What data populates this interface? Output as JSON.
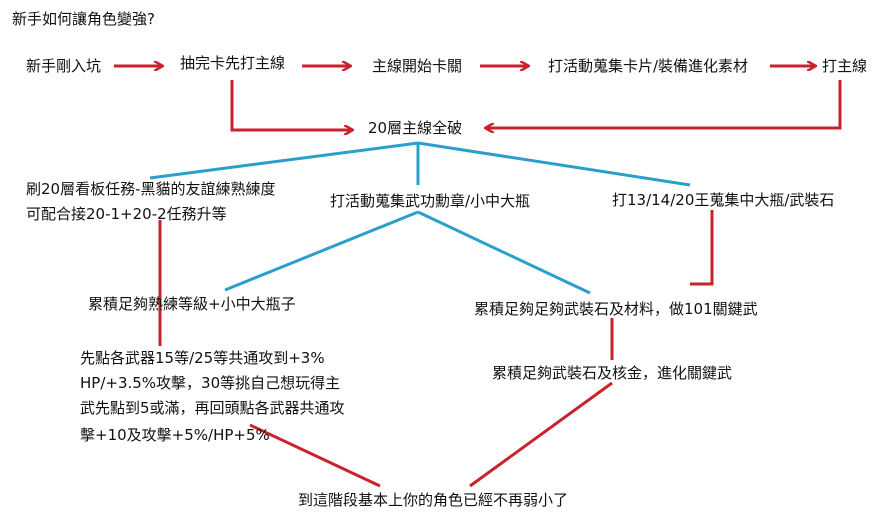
{
  "title": "新手如何讓角色變強?",
  "colors": {
    "red": "#c8232c",
    "blue": "#2a9fcc",
    "text": "#111111"
  },
  "nodes": {
    "start": "新手剛入坑",
    "gacha": "抽完卡先打主線",
    "stage": "主線開始卡關",
    "event": "打活動蒐集卡片/裝備進化素材",
    "main": "打主線",
    "clear20": "20層主線全破",
    "board_line1": "刷20層看板任務-黑貓的友誼練熟練度",
    "board_line2": "可配合接20-1+20-2任務升等",
    "medal": "打活動蒐集武功勳章/小中大瓶",
    "king": "打13/14/20王蒐集中大瓶/武裝石",
    "proficiency": "累積足夠熟練等級+小中大瓶子",
    "stones": "累積足夠足夠武裝石及材料，做101關鍵武",
    "weapons_line1": "先點各武器15等/25等共通攻到+3%",
    "weapons_line2": "HP/+3.5%攻擊，30等挑自己想玩得主",
    "weapons_line3": "武先點到5或滿，再回頭點各武器共通攻",
    "weapons_line4": "擊+10及攻擊+5%/HP+5%",
    "evolve": "累積足夠武裝石及核金，進化關鍵武",
    "final": "到這階段基本上你的角色已經不再弱小了"
  }
}
